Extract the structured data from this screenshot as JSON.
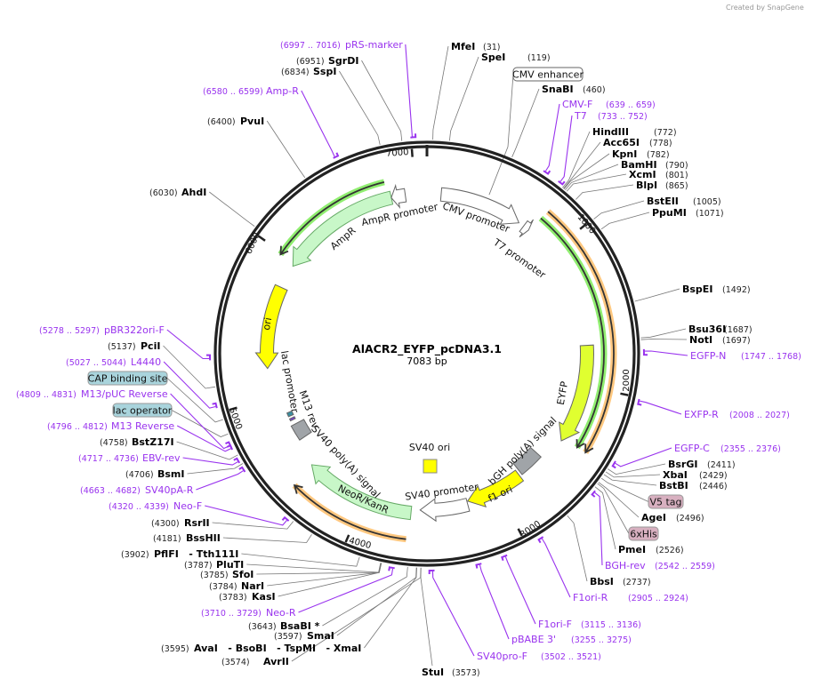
{
  "watermark": "Created by SnapGene",
  "plasmid": {
    "name": "AlACR2_EYFP_pcDNA3.1",
    "size_label": "7083 bp",
    "length_bp": 7083
  },
  "ticks": [
    "1000",
    "2000",
    "3000",
    "4000",
    "5000",
    "6000",
    "7000"
  ],
  "colors": {
    "primer": "#9933ee",
    "enzyme_line": "#777777",
    "cds": "#c8f7c8",
    "ori": "#ffff00",
    "eyfp": "#e0ff30",
    "polyA": "#a0a4a8",
    "tag": "#d8b0c0",
    "lac": "#a9d4dc",
    "orange": "#ffc880",
    "green_outline": "#90ee70"
  },
  "features": [
    {
      "label": "CMV promoter",
      "start": 100,
      "end": 690,
      "type": "promoter",
      "dir": "forward"
    },
    {
      "label": "T7 promoter",
      "start": 730,
      "end": 775,
      "type": "promoter",
      "dir": "forward"
    },
    {
      "label": "EYFP",
      "start": 1712,
      "end": 2420,
      "type": "eyfp",
      "dir": "forward"
    },
    {
      "label": "bGH poly(A) signal",
      "start": 2600,
      "end": 2790,
      "type": "polyA",
      "dir": "none"
    },
    {
      "label": "f1 ori",
      "start": 2810,
      "end": 3238,
      "type": "ori",
      "dir": "forward"
    },
    {
      "label": "SV40 promoter",
      "start": 3244,
      "end": 3591,
      "type": "promoter",
      "dir": "forward"
    },
    {
      "label": "SV40 ori",
      "start": 3400,
      "end": 3480,
      "type": "ori_small",
      "dir": "none"
    },
    {
      "label": "NeoR/KanR",
      "start": 3654,
      "end": 4448,
      "type": "cds",
      "dir": "forward"
    },
    {
      "label": "SV40 poly(A) signal",
      "start": 4640,
      "end": 4760,
      "type": "polyA",
      "dir": "none"
    },
    {
      "label": "M13 rev",
      "start": 4796,
      "end": 4812,
      "type": "primer_bind",
      "dir": "none"
    },
    {
      "label": "lac promoter",
      "start": 4830,
      "end": 4860,
      "type": "lac",
      "dir": "none"
    },
    {
      "label": "ori",
      "start": 5208,
      "end": 5794,
      "type": "ori",
      "dir": "reverse"
    },
    {
      "label": "AmpR",
      "start": 5965,
      "end": 6830,
      "type": "cds",
      "dir": "reverse"
    },
    {
      "label": "AmpR promoter",
      "start": 6830,
      "end": 6930,
      "type": "promoter",
      "dir": "reverse"
    }
  ],
  "outer_arcs": [
    {
      "start": 787,
      "end": 2400,
      "color": "green",
      "dir": "forward"
    },
    {
      "start": 795,
      "end": 2399,
      "color": "orange",
      "dir": "forward"
    },
    {
      "start": 3668,
      "end": 4430,
      "color": "orange",
      "dir": "forward"
    },
    {
      "start": 5985,
      "end": 6808,
      "color": "green",
      "dir": "reverse"
    }
  ],
  "labels": [
    {
      "name": "MfeI",
      "pos": "(31)",
      "kind": "enzyme"
    },
    {
      "name": "SpeI",
      "pos": "(119)",
      "kind": "enzyme"
    },
    {
      "name": "SnaBI",
      "pos": "(460)",
      "kind": "enzyme"
    },
    {
      "name": "CMV-F",
      "pos": "(639 .. 659)",
      "kind": "primer"
    },
    {
      "name": "T7",
      "pos": "(733 .. 752)",
      "kind": "primer"
    },
    {
      "name": "HindIII",
      "pos": "(772)",
      "kind": "enzyme"
    },
    {
      "name": "Acc65I",
      "pos": "(778)",
      "kind": "enzyme"
    },
    {
      "name": "KpnI",
      "pos": "(782)",
      "kind": "enzyme"
    },
    {
      "name": "BamHI",
      "pos": "(790)",
      "kind": "enzyme"
    },
    {
      "name": "XcmI",
      "pos": "(801)",
      "kind": "enzyme"
    },
    {
      "name": "BlpI",
      "pos": "(865)",
      "kind": "enzyme"
    },
    {
      "name": "BstEII",
      "pos": "(1005)",
      "kind": "enzyme"
    },
    {
      "name": "PpuMI",
      "pos": "(1071)",
      "kind": "enzyme"
    },
    {
      "name": "BspEI",
      "pos": "(1492)",
      "kind": "enzyme"
    },
    {
      "name": "Bsu36I",
      "pos": "(1687)",
      "kind": "enzyme"
    },
    {
      "name": "NotI",
      "pos": "(1697)",
      "kind": "enzyme"
    },
    {
      "name": "EGFP-N",
      "pos": "(1747 .. 1768)",
      "kind": "primer"
    },
    {
      "name": "EXFP-R",
      "pos": "(2008 .. 2027)",
      "kind": "primer"
    },
    {
      "name": "EGFP-C",
      "pos": "(2355 .. 2376)",
      "kind": "primer"
    },
    {
      "name": "BsrGI",
      "pos": "(2411)",
      "kind": "enzyme"
    },
    {
      "name": "XbaI",
      "pos": "(2429)",
      "kind": "enzyme"
    },
    {
      "name": "BstBI",
      "pos": "(2446)",
      "kind": "enzyme"
    },
    {
      "name": "AgeI",
      "pos": "(2496)",
      "kind": "enzyme"
    },
    {
      "name": "PmeI",
      "pos": "(2526)",
      "kind": "enzyme"
    },
    {
      "name": "BGH-rev",
      "pos": "(2542 .. 2559)",
      "kind": "primer"
    },
    {
      "name": "BbsI",
      "pos": "(2737)",
      "kind": "enzyme"
    },
    {
      "name": "F1ori-R",
      "pos": "(2905 .. 2924)",
      "kind": "primer"
    },
    {
      "name": "F1ori-F",
      "pos": "(3115 .. 3136)",
      "kind": "primer"
    },
    {
      "name": "pBABE 3'",
      "pos": "(3255 .. 3275)",
      "kind": "primer"
    },
    {
      "name": "SV40pro-F",
      "pos": "(3502 .. 3521)",
      "kind": "primer"
    },
    {
      "name": "StuI",
      "pos": "(3573)",
      "kind": "enzyme"
    },
    {
      "name": "AvrII",
      "pos": "(3574)",
      "kind": "enzyme"
    },
    {
      "name": "AvaI   - BsoBI   - TspMI   - XmaI",
      "pos": "(3595)",
      "kind": "enzyme"
    },
    {
      "name": "SmaI",
      "pos": "(3597)",
      "kind": "enzyme"
    },
    {
      "name": "BsaBI *",
      "pos": "(3643)",
      "kind": "enzyme"
    },
    {
      "name": "Neo-R",
      "pos": "(3710 .. 3729)",
      "kind": "primer"
    },
    {
      "name": "KasI",
      "pos": "(3783)",
      "kind": "enzyme"
    },
    {
      "name": "NarI",
      "pos": "(3784)",
      "kind": "enzyme"
    },
    {
      "name": "SfoI",
      "pos": "(3785)",
      "kind": "enzyme"
    },
    {
      "name": "PluTI",
      "pos": "(3787)",
      "kind": "enzyme"
    },
    {
      "name": "PflFI   - Tth111I",
      "pos": "(3902)",
      "kind": "enzyme"
    },
    {
      "name": "BssHII",
      "pos": "(4181)",
      "kind": "enzyme"
    },
    {
      "name": "RsrII",
      "pos": "(4300)",
      "kind": "enzyme"
    },
    {
      "name": "Neo-F",
      "pos": "(4320 .. 4339)",
      "kind": "primer"
    },
    {
      "name": "SV40pA-R",
      "pos": "(4663 .. 4682)",
      "kind": "primer"
    },
    {
      "name": "BsmI",
      "pos": "(4706)",
      "kind": "enzyme"
    },
    {
      "name": "EBV-rev",
      "pos": "(4717 .. 4736)",
      "kind": "primer"
    },
    {
      "name": "BstZ17I",
      "pos": "(4758)",
      "kind": "enzyme"
    },
    {
      "name": "M13 Reverse",
      "pos": "(4796 .. 4812)",
      "kind": "primer"
    },
    {
      "name": "M13/pUC Reverse",
      "pos": "(4809 .. 4831)",
      "kind": "primer"
    },
    {
      "name": "L4440",
      "pos": "(5027 .. 5044)",
      "kind": "primer"
    },
    {
      "name": "PciI",
      "pos": "(5137)",
      "kind": "enzyme"
    },
    {
      "name": "pBR322ori-F",
      "pos": "(5278 .. 5297)",
      "kind": "primer"
    },
    {
      "name": "AhdI",
      "pos": "(6030)",
      "kind": "enzyme"
    },
    {
      "name": "PvuI",
      "pos": "(6400)",
      "kind": "enzyme"
    },
    {
      "name": "Amp-R",
      "pos": "(6580 .. 6599)",
      "kind": "primer"
    },
    {
      "name": "SspI",
      "pos": "(6834)",
      "kind": "enzyme"
    },
    {
      "name": "SgrDI",
      "pos": "(6951)",
      "kind": "enzyme"
    },
    {
      "name": "pRS-marker",
      "pos": "(6997 .. 7016)",
      "kind": "primer"
    }
  ],
  "boxes": [
    {
      "label": "CMV enhancer",
      "bp": 420,
      "style": "white"
    },
    {
      "label": "V5 tag",
      "bp": 2470,
      "style": "tag"
    },
    {
      "label": "6xHis",
      "bp": 2505,
      "style": "tag"
    },
    {
      "label": "CAP binding site",
      "bp": 4960,
      "style": "lac"
    },
    {
      "label": "lac operator",
      "bp": 4880,
      "style": "lac"
    }
  ]
}
